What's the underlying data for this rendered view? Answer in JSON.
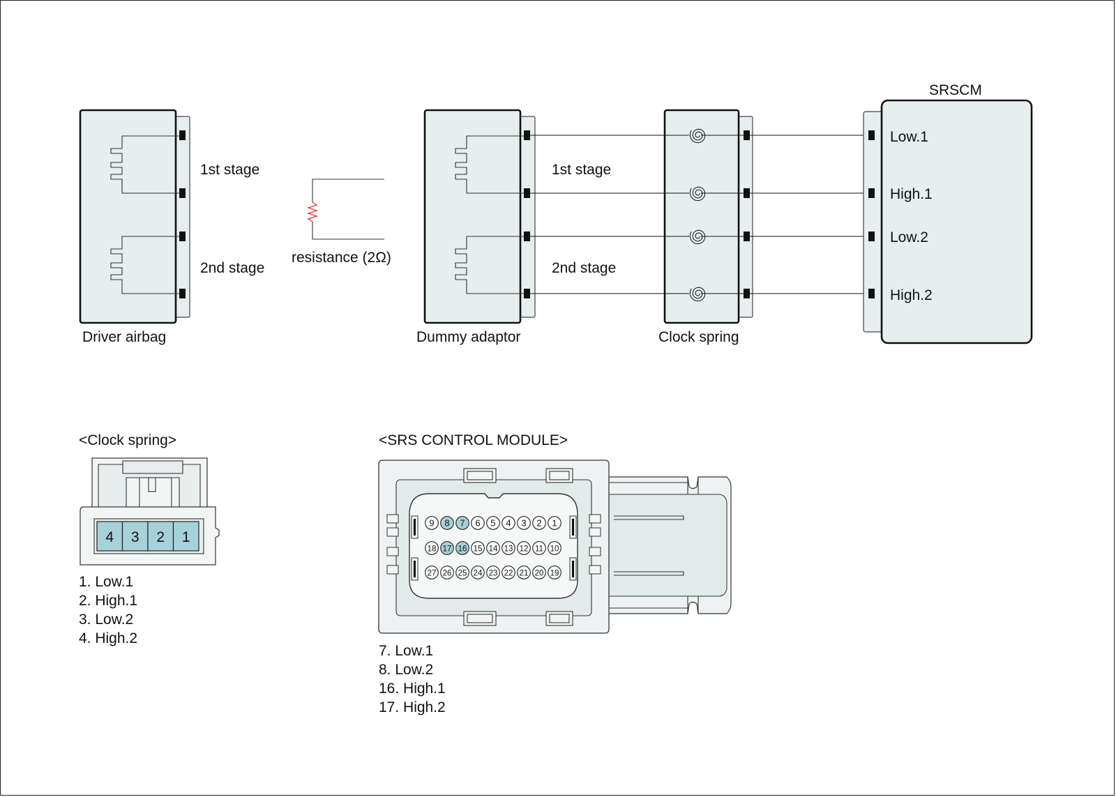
{
  "components": {
    "driver_airbag": "Driver airbag",
    "dummy_adaptor": "Dummy adaptor",
    "clock_spring": "Clock spring",
    "srscm": "SRSCM",
    "resistance": "resistance (2Ω)"
  },
  "stages": {
    "first": "1st stage",
    "second": "2nd stage"
  },
  "srscm_terminals": [
    "Low.1",
    "High.1",
    "Low.2",
    "High.2"
  ],
  "clock_spring_connector": {
    "title": "<Clock spring>",
    "pins": [
      "4",
      "3",
      "2",
      "1"
    ],
    "legend": [
      "1. Low.1",
      "2. High.1",
      "3. Low.2",
      "4. High.2"
    ]
  },
  "srs_module_connector": {
    "title": "<SRS CONTROL MODULE>",
    "rows": [
      [
        "9",
        "8",
        "7",
        "6",
        "5",
        "4",
        "3",
        "2",
        "1"
      ],
      [
        "18",
        "17",
        "16",
        "15",
        "14",
        "13",
        "12",
        "11",
        "10"
      ],
      [
        "27",
        "26",
        "25",
        "24",
        "23",
        "22",
        "21",
        "20",
        "19"
      ]
    ],
    "highlighted": [
      "7",
      "8",
      "16",
      "17"
    ],
    "legend": [
      "7. Low.1",
      "8. Low.2",
      "16. High.1",
      "17. High.2"
    ]
  },
  "colors": {
    "body_fill": "#e6eeee",
    "pin_highlight": "#a7d1d8",
    "resistor": "#e0362b"
  }
}
